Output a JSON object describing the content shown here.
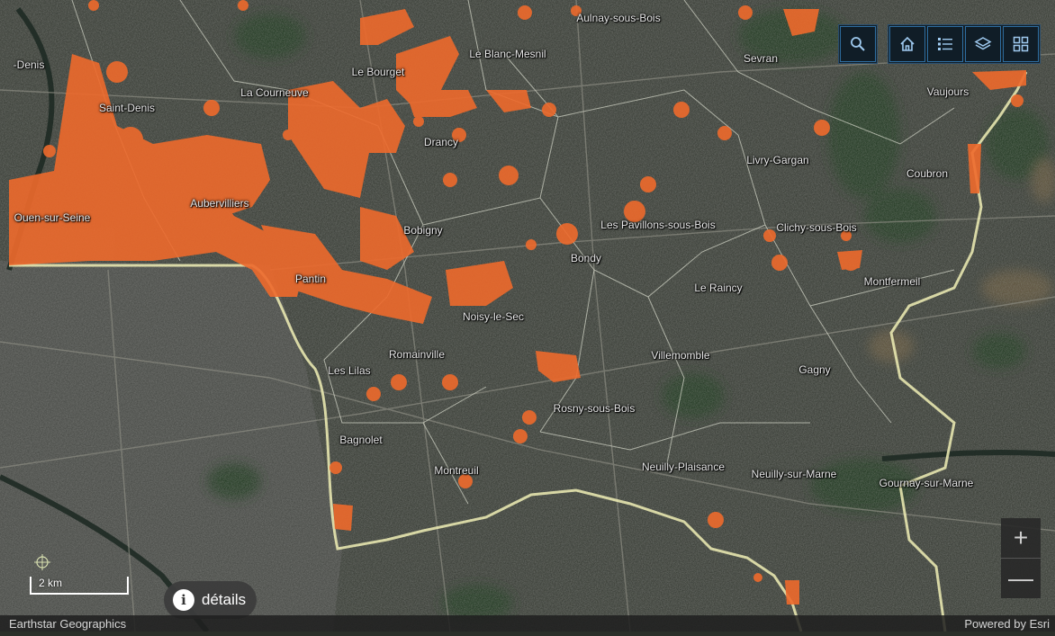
{
  "map": {
    "places": [
      {
        "name": "Aulnay-sous-Bois"
      },
      {
        "name": "Le Blanc-Mesnil"
      },
      {
        "name": "Le Bourget"
      },
      {
        "name": "La Courneuve"
      },
      {
        "name": "Saint-Denis"
      },
      {
        "name": "Drancy"
      },
      {
        "name": "Sevran"
      },
      {
        "name": "Vaujours"
      },
      {
        "name": "Livry-Gargan"
      },
      {
        "name": "Coubron"
      },
      {
        "name": "Aubervilliers"
      },
      {
        "name": "Ouen-sur-Seine"
      },
      {
        "name": "Bobigny"
      },
      {
        "name": "Les Pavillons-sous-Bois"
      },
      {
        "name": "Bondy"
      },
      {
        "name": "Clichy-sous-Bois"
      },
      {
        "name": "Le Raincy"
      },
      {
        "name": "Montfermeil"
      },
      {
        "name": "Pantin"
      },
      {
        "name": "Noisy-le-Sec"
      },
      {
        "name": "Romainville"
      },
      {
        "name": "Les Lilas"
      },
      {
        "name": "Villemomble"
      },
      {
        "name": "Gagny"
      },
      {
        "name": "Rosny-sous-Bois"
      },
      {
        "name": "Bagnolet"
      },
      {
        "name": "Montreuil"
      },
      {
        "name": "Neuilly-Plaisance"
      },
      {
        "name": "Neuilly-sur-Marne"
      },
      {
        "name": "Gournay-sur-Marne"
      },
      {
        "name": "-Denis"
      }
    ],
    "highlight_color": "#ee6a2c",
    "boundary_color": "#f0efb5"
  },
  "toolbar": {
    "search_icon": "search-icon",
    "home_icon": "home-icon",
    "legend_icon": "list-icon",
    "layers_icon": "layers-icon",
    "basemap_icon": "grid-icon"
  },
  "zoom": {
    "in_label": "+",
    "out_label": "—"
  },
  "scale": {
    "label": "2 km"
  },
  "details": {
    "label": "détails",
    "icon_glyph": "i"
  },
  "attribution": {
    "left": "Earthstar Geographics",
    "right": "Powered by Esri"
  }
}
